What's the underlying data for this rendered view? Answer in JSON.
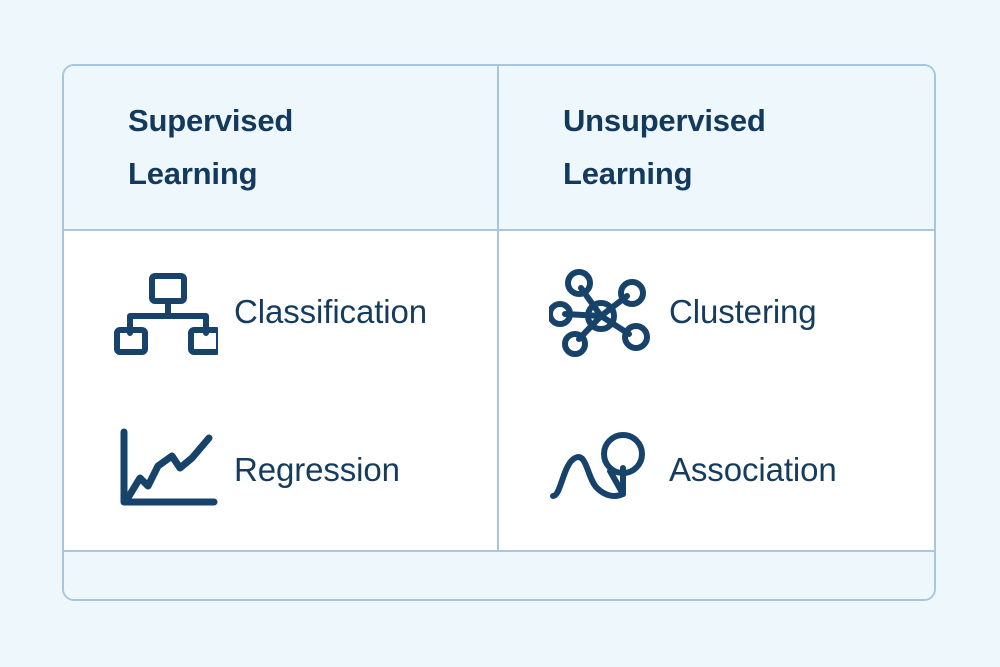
{
  "page": {
    "background_color": "#eef7fb",
    "accent_border_color": "#a8c6dd",
    "text_color": "#13395c",
    "icon_color": "#17436a",
    "header_fill": "#edf7fc",
    "body_fill": "#ffffff"
  },
  "table": {
    "columns": [
      {
        "header": "Supervised\nLearning",
        "items": [
          {
            "label": "Classification",
            "icon": "hierarchy-icon"
          },
          {
            "label": "Regression",
            "icon": "line-chart-icon"
          }
        ]
      },
      {
        "header": "Unsupervised\nLearning",
        "items": [
          {
            "label": "Clustering",
            "icon": "network-hub-icon"
          },
          {
            "label": "Association",
            "icon": "wave-magnifier-icon"
          }
        ]
      }
    ],
    "footer": {
      "left": "",
      "right": ""
    }
  }
}
